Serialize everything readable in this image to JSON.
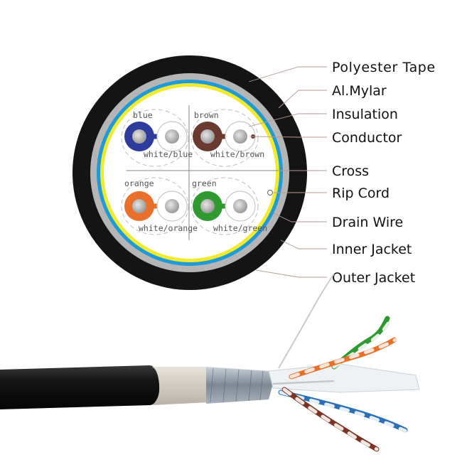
{
  "callouts": [
    {
      "label": "Polyester Tape"
    },
    {
      "label": "Al.Mylar"
    },
    {
      "label": "Insulation"
    },
    {
      "label": "Conductor"
    },
    {
      "label": "Cross"
    },
    {
      "label": "Rip Cord"
    },
    {
      "label": "Drain Wire"
    },
    {
      "label": "Inner Jacket"
    },
    {
      "label": "Outer Jacket"
    }
  ],
  "pairs": [
    {
      "color_label": "blue",
      "stripe_label": "white/blue",
      "color": "#2c3b9c",
      "accent": "#2c3b9c"
    },
    {
      "color_label": "brown",
      "stripe_label": "white/brown",
      "color": "#6a3a2e",
      "accent": "#6a3a2e"
    },
    {
      "color_label": "orange",
      "stripe_label": "white/orange",
      "color": "#e8702a",
      "accent": "#e8702a"
    },
    {
      "color_label": "green",
      "stripe_label": "white/green",
      "color": "#2f9a2f",
      "accent": "#2f9a2f"
    }
  ],
  "colors": {
    "outer_jacket": "#111111",
    "inner_jacket": "#a8a8a8",
    "drain_blue": "#1e9ad6",
    "mylar_yellow": "#f2ea2e",
    "cable_body": "#1a1a1a",
    "foil": "#8e98a3"
  }
}
